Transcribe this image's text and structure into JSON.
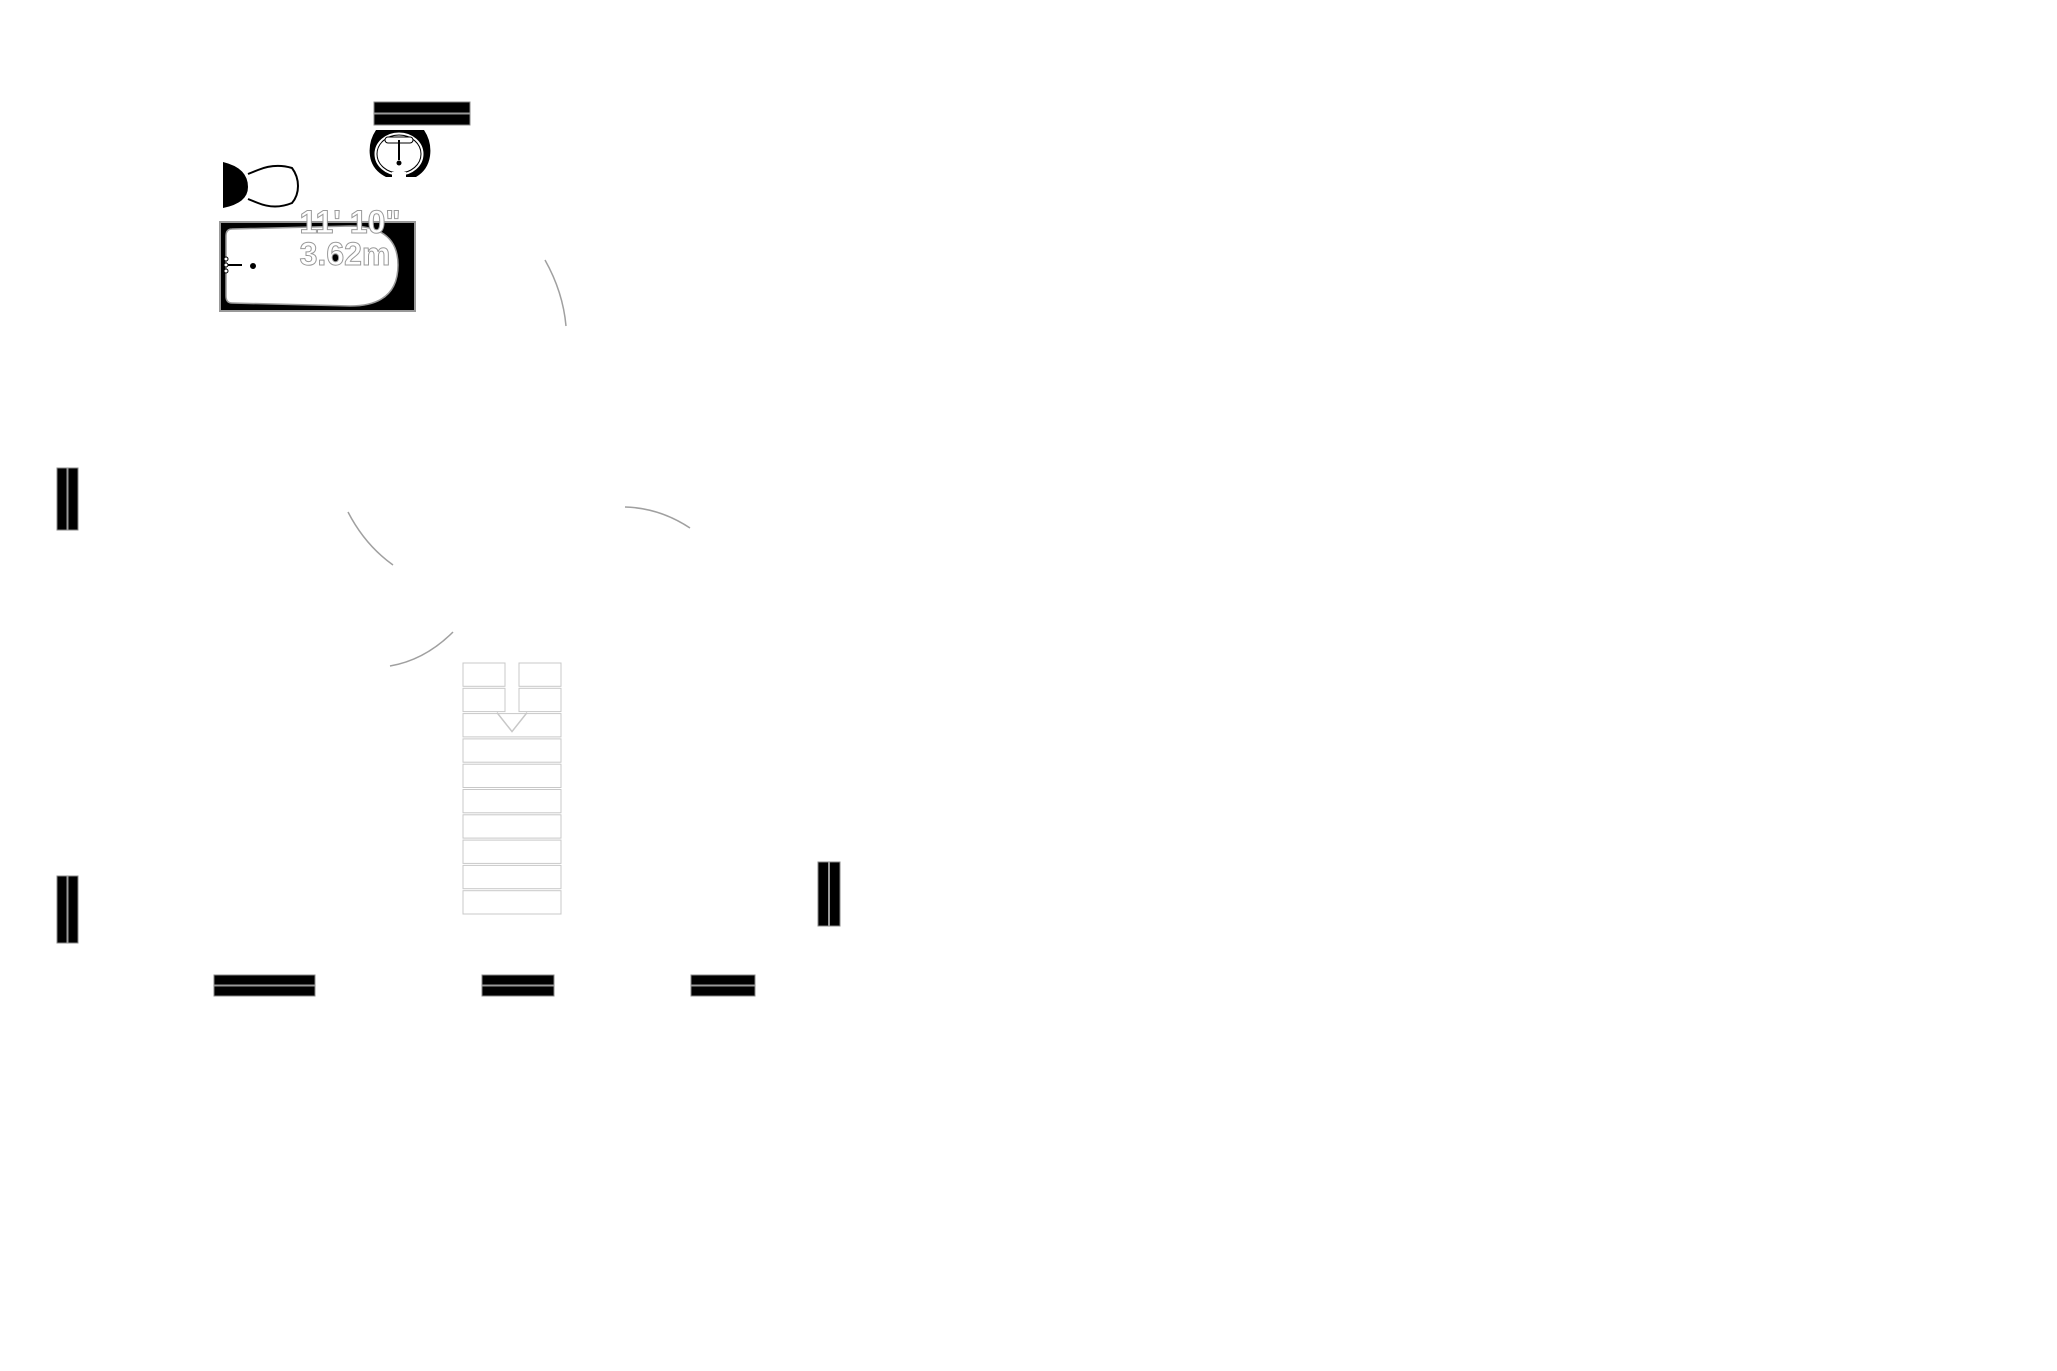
{
  "plan": {
    "type": "floor-plan",
    "background": "#ffffff",
    "fixture_color": "#000000",
    "door_swing_color": "#a0a0a0",
    "stair_color": "#c8c8c8"
  },
  "room_label": {
    "imperial": "11' 10\"",
    "metric": "3.62m"
  },
  "fixtures": [
    {
      "kind": "toilet"
    },
    {
      "kind": "sink"
    },
    {
      "kind": "bathtub"
    }
  ],
  "windows": {
    "count": 7
  },
  "door_swings": {
    "count": 4
  },
  "stairs": {
    "treads": 10,
    "direction": "down"
  }
}
